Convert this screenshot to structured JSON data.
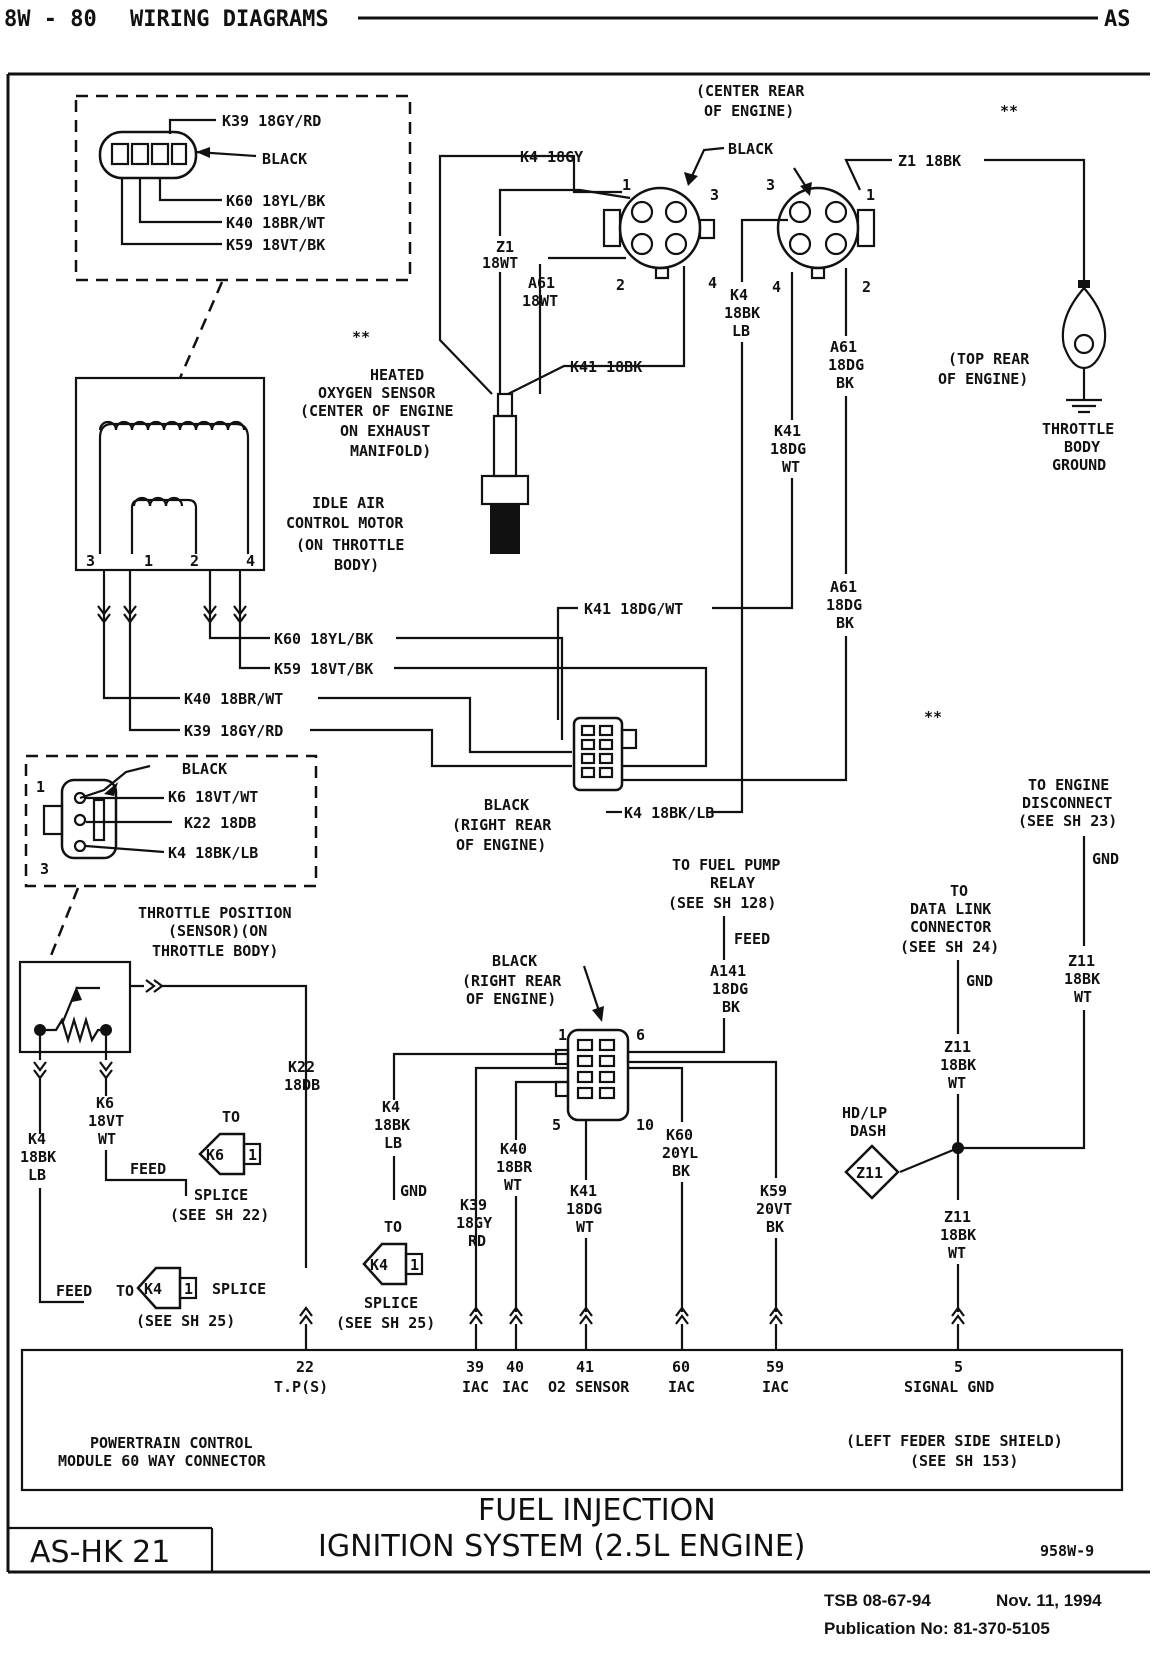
{
  "header": {
    "page_number": "8W - 80",
    "title": "WIRING DIAGRAMS",
    "model": "AS"
  },
  "marks": {
    "star": "**"
  },
  "iac_connector": {
    "wires": [
      "K39 18GY/RD",
      "BLACK",
      "K60 18YL/BK",
      "K40 18BR/WT",
      "K59 18VT/BK"
    ]
  },
  "iac_motor": {
    "label": [
      "IDLE AIR",
      "CONTROL MOTOR",
      "(ON THROTTLE",
      "BODY)"
    ],
    "pins": [
      "3",
      "1",
      "2",
      "4"
    ]
  },
  "o2_sensor": {
    "location": [
      "(CENTER REAR",
      "OF ENGINE)"
    ],
    "connector_color": "BLACK",
    "pins": [
      "1",
      "3",
      "2",
      "4"
    ],
    "wire_k4": "K4 18GY",
    "wire_z1": [
      "Z1",
      "18WT"
    ],
    "wire_a61": [
      "A61",
      "18WT"
    ],
    "wire_k41": "K41 18BK",
    "label": [
      "HEATED",
      "OXYGEN SENSOR",
      "(CENTER OF ENGINE",
      "ON EXHAUST",
      "MANIFOLD)"
    ]
  },
  "o2_harness": {
    "pins": [
      "3",
      "1",
      "4",
      "2"
    ],
    "wire_z1": "Z1 18BK",
    "wire_k4": [
      "K4",
      "18BK",
      "LB"
    ],
    "wire_a61": [
      "A61",
      "18DG",
      "BK"
    ],
    "wire_k41": [
      "K41",
      "18DG",
      "WT"
    ],
    "wire_a61b": [
      "A61",
      "18DG",
      "BK"
    ]
  },
  "ground": {
    "location": [
      "(TOP REAR",
      "OF ENGINE)"
    ],
    "label": [
      "THROTTLE",
      "BODY",
      "GROUND"
    ]
  },
  "harness_wires": {
    "k41": "K41 18DG/WT",
    "k60": "K60 18YL/BK",
    "k59": "K59 18VT/BK",
    "k40": "K40 18BR/WT",
    "k39": "K39 18GY/RD",
    "k4": "K4 18BK/LB"
  },
  "rear_connector": {
    "label": [
      "BLACK",
      "(RIGHT REAR",
      "OF ENGINE)"
    ]
  },
  "tps_connector": {
    "pins": [
      "1",
      "3"
    ],
    "wires": [
      "BLACK",
      "K6 18VT/WT",
      "K22 18DB",
      "K4 18BK/LB"
    ]
  },
  "tps": {
    "label": [
      "THROTTLE POSITION",
      "(SENSOR)(ON",
      "THROTTLE BODY)"
    ],
    "k4": [
      "K4",
      "18BK",
      "LB"
    ],
    "k6": [
      "K6",
      "18VT",
      "WT"
    ],
    "k22": [
      "K22",
      "18DB"
    ]
  },
  "splices": {
    "s22": {
      "to": "TO",
      "feed": "FEED",
      "word": "SPLICE",
      "sheet": "(SEE SH 22)",
      "id": "K6",
      "num": "1"
    },
    "s25a": {
      "feed": "FEED",
      "to": "TO",
      "word": "SPLICE",
      "sheet": "(SEE SH 25)",
      "id": "K4",
      "num": "1"
    },
    "s25b": {
      "gnd": "GND",
      "to": "TO",
      "word": "SPLICE",
      "sheet": "(SEE SH 25)",
      "id": "K4",
      "num": "1"
    }
  },
  "fuel_pump": {
    "label": [
      "TO FUEL PUMP",
      "RELAY",
      "(SEE SH 128)"
    ],
    "feed": "FEED",
    "wire": [
      "A141",
      "18DG",
      "BK"
    ]
  },
  "mid_connector": {
    "label": [
      "BLACK",
      "(RIGHT REAR",
      "OF ENGINE)"
    ],
    "pins": [
      "1",
      "6",
      "5",
      "10"
    ]
  },
  "mid_wires": {
    "k4": [
      "K4",
      "18BK",
      "LB"
    ],
    "k39": [
      "K39",
      "18GY",
      "RD"
    ],
    "k40": [
      "K40",
      "18BR",
      "WT"
    ],
    "k41": [
      "K41",
      "18DG",
      "WT"
    ],
    "k60": [
      "K60",
      "20YL",
      "BK"
    ],
    "k59": [
      "K59",
      "20VT",
      "BK"
    ]
  },
  "data_link": {
    "label": [
      "TO",
      "DATA LINK",
      "CONNECTOR",
      "(SEE SH 24)"
    ],
    "gnd": "GND",
    "z11a": [
      "Z11",
      "18BK",
      "WT"
    ],
    "z11b": [
      "Z11",
      "18BK",
      "WT"
    ],
    "hd_lp": [
      "HD/LP",
      "DASH"
    ],
    "diamond": "Z11"
  },
  "engine_disconnect": {
    "label": [
      "TO ENGINE",
      "DISCONNECT",
      "(SEE SH 23)"
    ],
    "gnd": "GND",
    "wire": [
      "Z11",
      "18BK",
      "WT"
    ]
  },
  "pcm": {
    "label": [
      "POWERTRAIN CONTROL",
      "MODULE 60 WAY CONNECTOR"
    ],
    "shield": [
      "(LEFT FEDER SIDE SHIELD)",
      "(SEE SH 153)"
    ],
    "pins": [
      {
        "num": "22",
        "name": "T.P(S)"
      },
      {
        "num": "39",
        "name": "IAC"
      },
      {
        "num": "40",
        "name": "IAC"
      },
      {
        "num": "41",
        "name": "O2 SENSOR"
      },
      {
        "num": "60",
        "name": "IAC"
      },
      {
        "num": "59",
        "name": "IAC"
      },
      {
        "num": "5",
        "name": "SIGNAL GND"
      }
    ]
  },
  "title_block": {
    "code": "AS-HK 21",
    "line1": "FUEL INJECTION",
    "line2": "IGNITION SYSTEM (2.5L ENGINE)",
    "ref": "958W-9"
  },
  "footer": {
    "tsb": "TSB 08-67-94",
    "date": "Nov. 11, 1994",
    "publication": "Publication No: 81-370-5105"
  }
}
